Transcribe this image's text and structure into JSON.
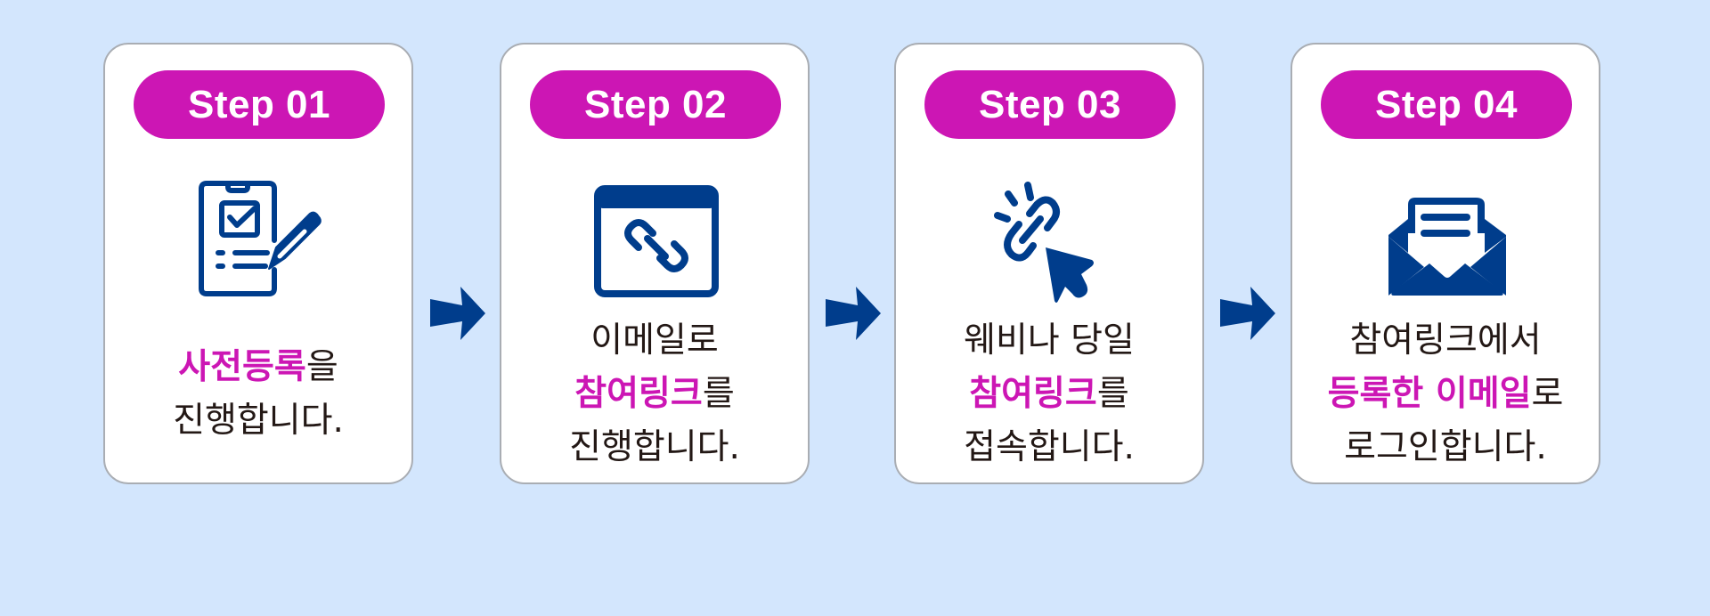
{
  "colors": {
    "background": "#d3e6fd",
    "accent": "#cc16b4",
    "icon": "#003d8c",
    "text": "#231815"
  },
  "steps": [
    {
      "label": "Step 01",
      "icon": "clipboard-checklist-pencil-icon",
      "lines": [
        {
          "hl": "사전등록",
          "rest": "을"
        },
        {
          "text": "진행합니다."
        }
      ]
    },
    {
      "label": "Step 02",
      "icon": "browser-link-icon",
      "lines": [
        {
          "text": "이메일로"
        },
        {
          "hl": "참여링크",
          "rest": "를"
        },
        {
          "text": "진행합니다."
        }
      ]
    },
    {
      "label": "Step 03",
      "icon": "link-click-cursor-icon",
      "lines": [
        {
          "text": "웨비나 당일"
        },
        {
          "hl": "참여링크",
          "rest": "를"
        },
        {
          "text": "접속합니다."
        }
      ]
    },
    {
      "label": "Step 04",
      "icon": "open-envelope-icon",
      "lines": [
        {
          "text": "참여링크에서"
        },
        {
          "hl": "등록한 이메일",
          "rest": "로"
        },
        {
          "text": "로그인합니다."
        }
      ]
    }
  ]
}
